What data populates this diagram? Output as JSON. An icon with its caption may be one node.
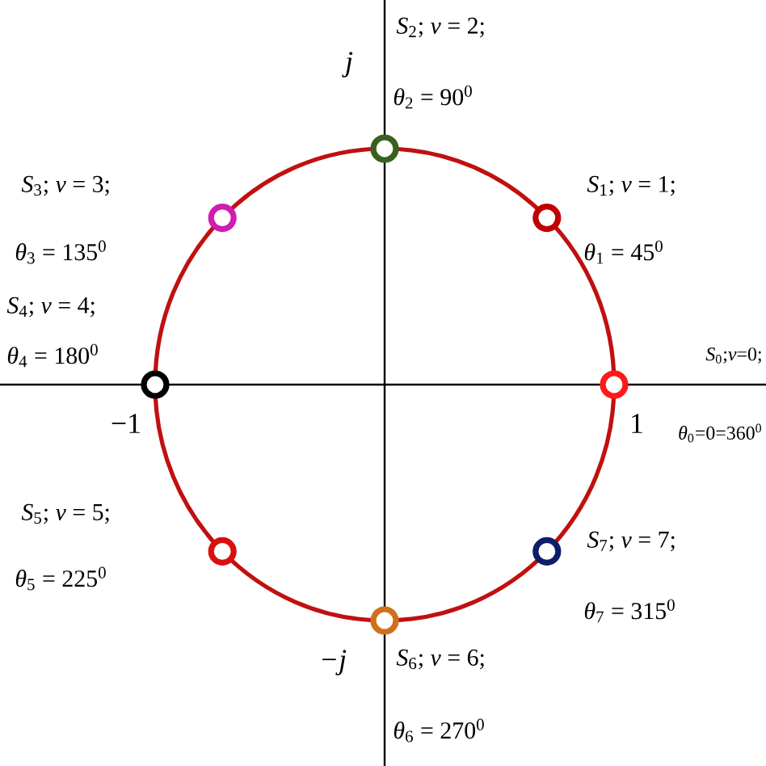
{
  "diagram": {
    "nodes": [
      {
        "text": [],
        "shape": "circle",
        "beside": [
          "*S*$_{0}$;*v*=0;",
          "*θ*$_{0}$=0=360$^{0}$"
        ]
      },
      {
        "text": [],
        "shape": "circle",
        "beside": [
          "*S*$_{1}$; *v* = 1;",
          "*θ*$_{1}$ = 45$^{0}$"
        ]
      },
      {
        "text": [],
        "shape": "circle",
        "beside": [
          "*S*$_{2}$; *v* = 2;",
          "*θ*$_{2}$ = 90$^{0}$"
        ]
      },
      {
        "text": [],
        "shape": "circle",
        "beside": [
          "*S*$_{3}$; *v* = 3;",
          "*θ*$_{3}$ = 135$^{0}$"
        ]
      },
      {
        "text": [],
        "shape": "circle",
        "beside": [
          "*S*$_{4}$; *v* = 4;",
          "*θ*$_{4}$ = 180$^{0}$"
        ]
      },
      {
        "text": [],
        "shape": "circle",
        "beside": [
          "*S*$_{5}$; *v* = 5;",
          "*θ*$_{5}$ = 225$^{0}$"
        ]
      },
      {
        "text": [],
        "shape": "circle",
        "beside": [
          "*S*$_{6}$; *v* = 6;",
          "*θ*$_{6}$ = 270$^{0}$"
        ]
      },
      {
        "text": [],
        "shape": "circle",
        "beside": [
          "*S*$_{7}$; *v* = 7;",
          "*θ*$_{7}$ = 315$^{0}$"
        ]
      }
    ],
    "labels": [
      "j",
      "−1",
      "1",
      "−j"
    ]
  }
}
